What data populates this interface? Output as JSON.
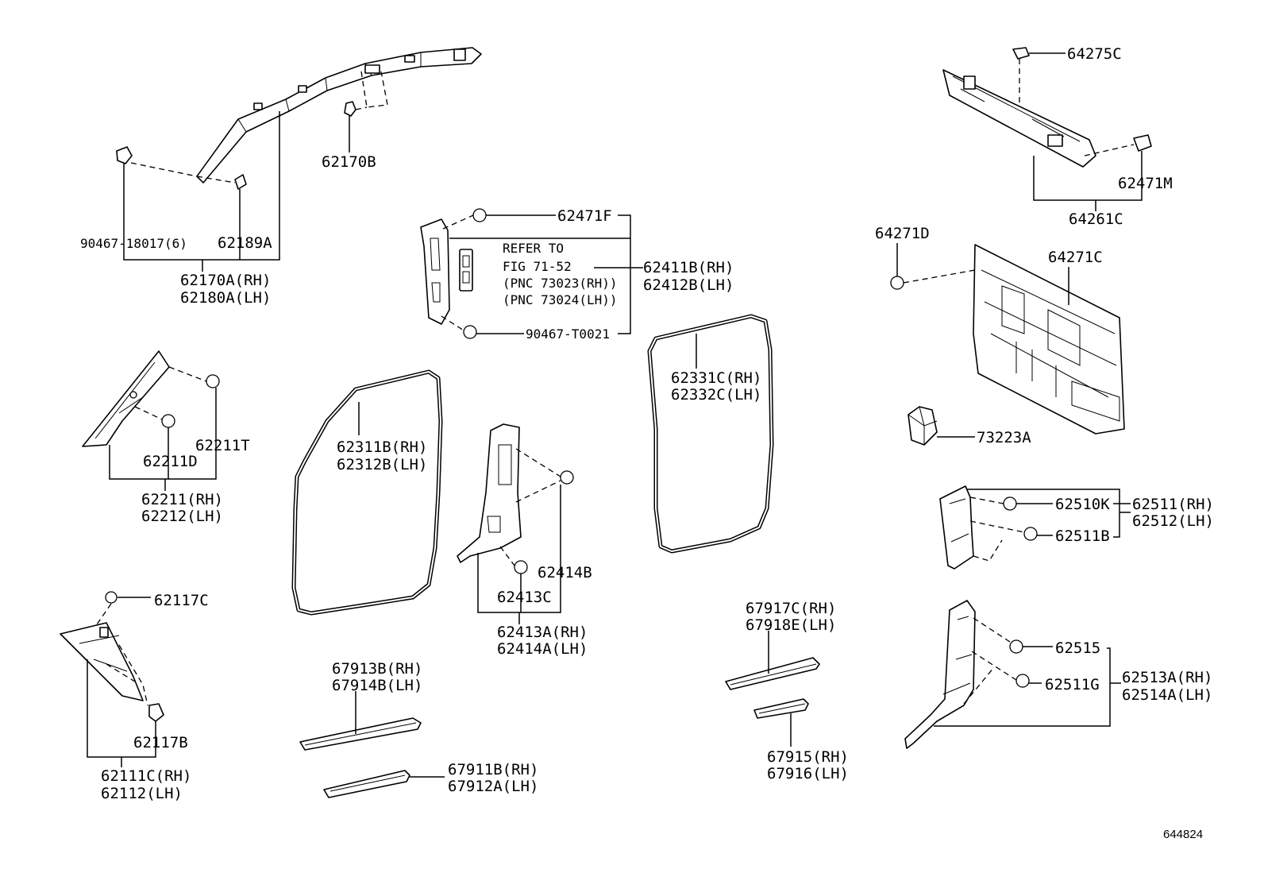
{
  "diagram_id": "644824",
  "labels": {
    "p90467_18017": "90467-18017(6)",
    "p62189A": "62189A",
    "p62170A": "62170A(RH)",
    "p62180A": "62180A(LH)",
    "p62170B": "62170B",
    "p62471F": "62471F",
    "refer1": "REFER TO",
    "refer2": "FIG 71-52",
    "refer3": "(PNC 73023(RH))",
    "refer4": "(PNC 73024(LH))",
    "p90467_T0021": "90467-T0021",
    "p62411B": "62411B(RH)",
    "p62412B": "62412B(LH)",
    "p62211T": "62211T",
    "p62211D": "62211D",
    "p62211": "62211(RH)",
    "p62212": "62212(LH)",
    "p62311B": "62311B(RH)",
    "p62312B": "62312B(LH)",
    "p62331C": "62331C(RH)",
    "p62332C": "62332C(LH)",
    "p62414B": "62414B",
    "p62413C": "62413C",
    "p62413A": "62413A(RH)",
    "p62414A": "62414A(LH)",
    "p62117C": "62117C",
    "p62117B": "62117B",
    "p62111C": "62111C(RH)",
    "p62112": "62112(LH)",
    "p67913B": "67913B(RH)",
    "p67914B": "67914B(LH)",
    "p67911B": "67911B(RH)",
    "p67912A": "67912A(LH)",
    "p67917C": "67917C(RH)",
    "p67918E": "67918E(LH)",
    "p67915": "67915(RH)",
    "p67916": "67916(LH)",
    "p64275C": "64275C",
    "p62471M": "62471M",
    "p64261C": "64261C",
    "p64271D": "64271D",
    "p64271C": "64271C",
    "p73223A": "73223A",
    "p62510K": "62510K",
    "p62511B": "62511B",
    "p62511": "62511(RH)",
    "p62512": "62512(LH)",
    "p62515": "62515",
    "p62511G": "62511G",
    "p62513A": "62513A(RH)",
    "p62514A": "62514A(LH)"
  }
}
